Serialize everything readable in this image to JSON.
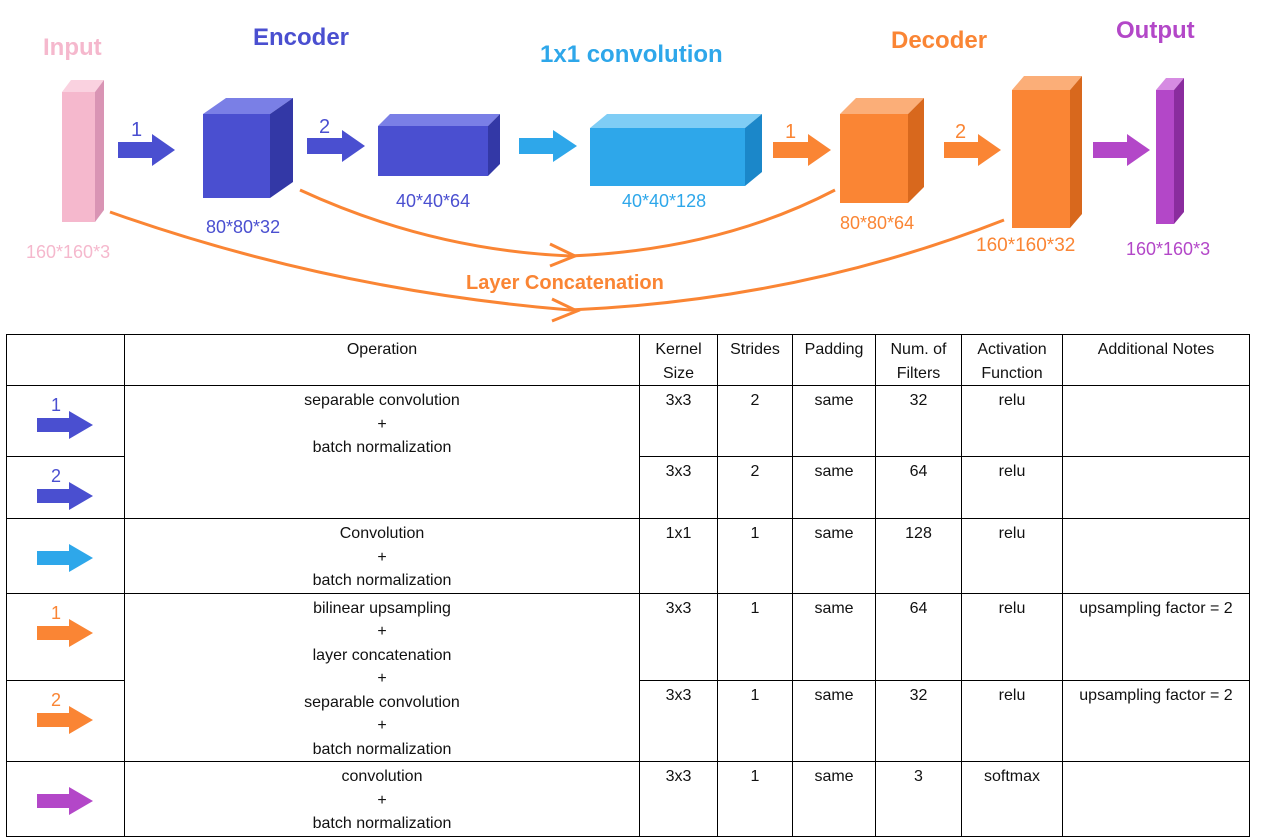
{
  "diagram": {
    "titles": {
      "input": "Input",
      "encoder": "Encoder",
      "conv1x1": "1x1 convolution",
      "decoder": "Decoder",
      "output": "Output"
    },
    "dims": {
      "input": "160*160*3",
      "enc1": "80*80*32",
      "enc2": "40*40*64",
      "conv": "40*40*128",
      "dec1": "80*80*64",
      "dec2": "160*160*32",
      "output": "160*160*3"
    },
    "arrow_numbers": {
      "enc1": "1",
      "enc2": "2",
      "dec1": "1",
      "dec2": "2"
    },
    "concat_label": "Layer Concatenation",
    "colors": {
      "input": "#f5b8cd",
      "encoder": "#4a4fd0",
      "conv": "#2ea7ea",
      "decoder": "#fa8534",
      "output": "#b347c8"
    }
  },
  "table": {
    "headers": [
      "",
      "Operation",
      "Kernel Size",
      "Strides",
      "Padding",
      "Num. of Filters",
      "Activation Function",
      "Additional Notes"
    ],
    "rows": [
      {
        "arrow_number": "1",
        "arrow_color": "#4a4fd0",
        "kernel": "3x3",
        "strides": "2",
        "padding": "same",
        "filters": "32",
        "activation": "relu",
        "notes": ""
      },
      {
        "arrow_number": "2",
        "arrow_color": "#4a4fd0",
        "kernel": "3x3",
        "strides": "2",
        "padding": "same",
        "filters": "64",
        "activation": "relu",
        "notes": ""
      },
      {
        "arrow_number": "",
        "arrow_color": "#2ea7ea",
        "kernel": "1x1",
        "strides": "1",
        "padding": "same",
        "filters": "128",
        "activation": "relu",
        "notes": ""
      },
      {
        "arrow_number": "1",
        "arrow_color": "#fa8534",
        "kernel": "3x3",
        "strides": "1",
        "padding": "same",
        "filters": "64",
        "activation": "relu",
        "notes": "upsampling factor = 2"
      },
      {
        "arrow_number": "2",
        "arrow_color": "#fa8534",
        "kernel": "3x3",
        "strides": "1",
        "padding": "same",
        "filters": "32",
        "activation": "relu",
        "notes": "upsampling factor = 2"
      },
      {
        "arrow_number": "",
        "arrow_color": "#b347c8",
        "kernel": "3x3",
        "strides": "1",
        "padding": "same",
        "filters": "3",
        "activation": "softmax",
        "notes": ""
      }
    ],
    "operations": {
      "encoder": [
        "separable convolution",
        "+",
        "batch normalization"
      ],
      "conv1x1": [
        "Convolution",
        "+",
        "batch normalization"
      ],
      "decoder": [
        "bilinear upsampling",
        "+",
        "layer concatenation",
        "+",
        "separable convolution",
        "+",
        "batch normalization"
      ],
      "output": [
        "convolution",
        "+",
        "batch normalization"
      ]
    }
  }
}
